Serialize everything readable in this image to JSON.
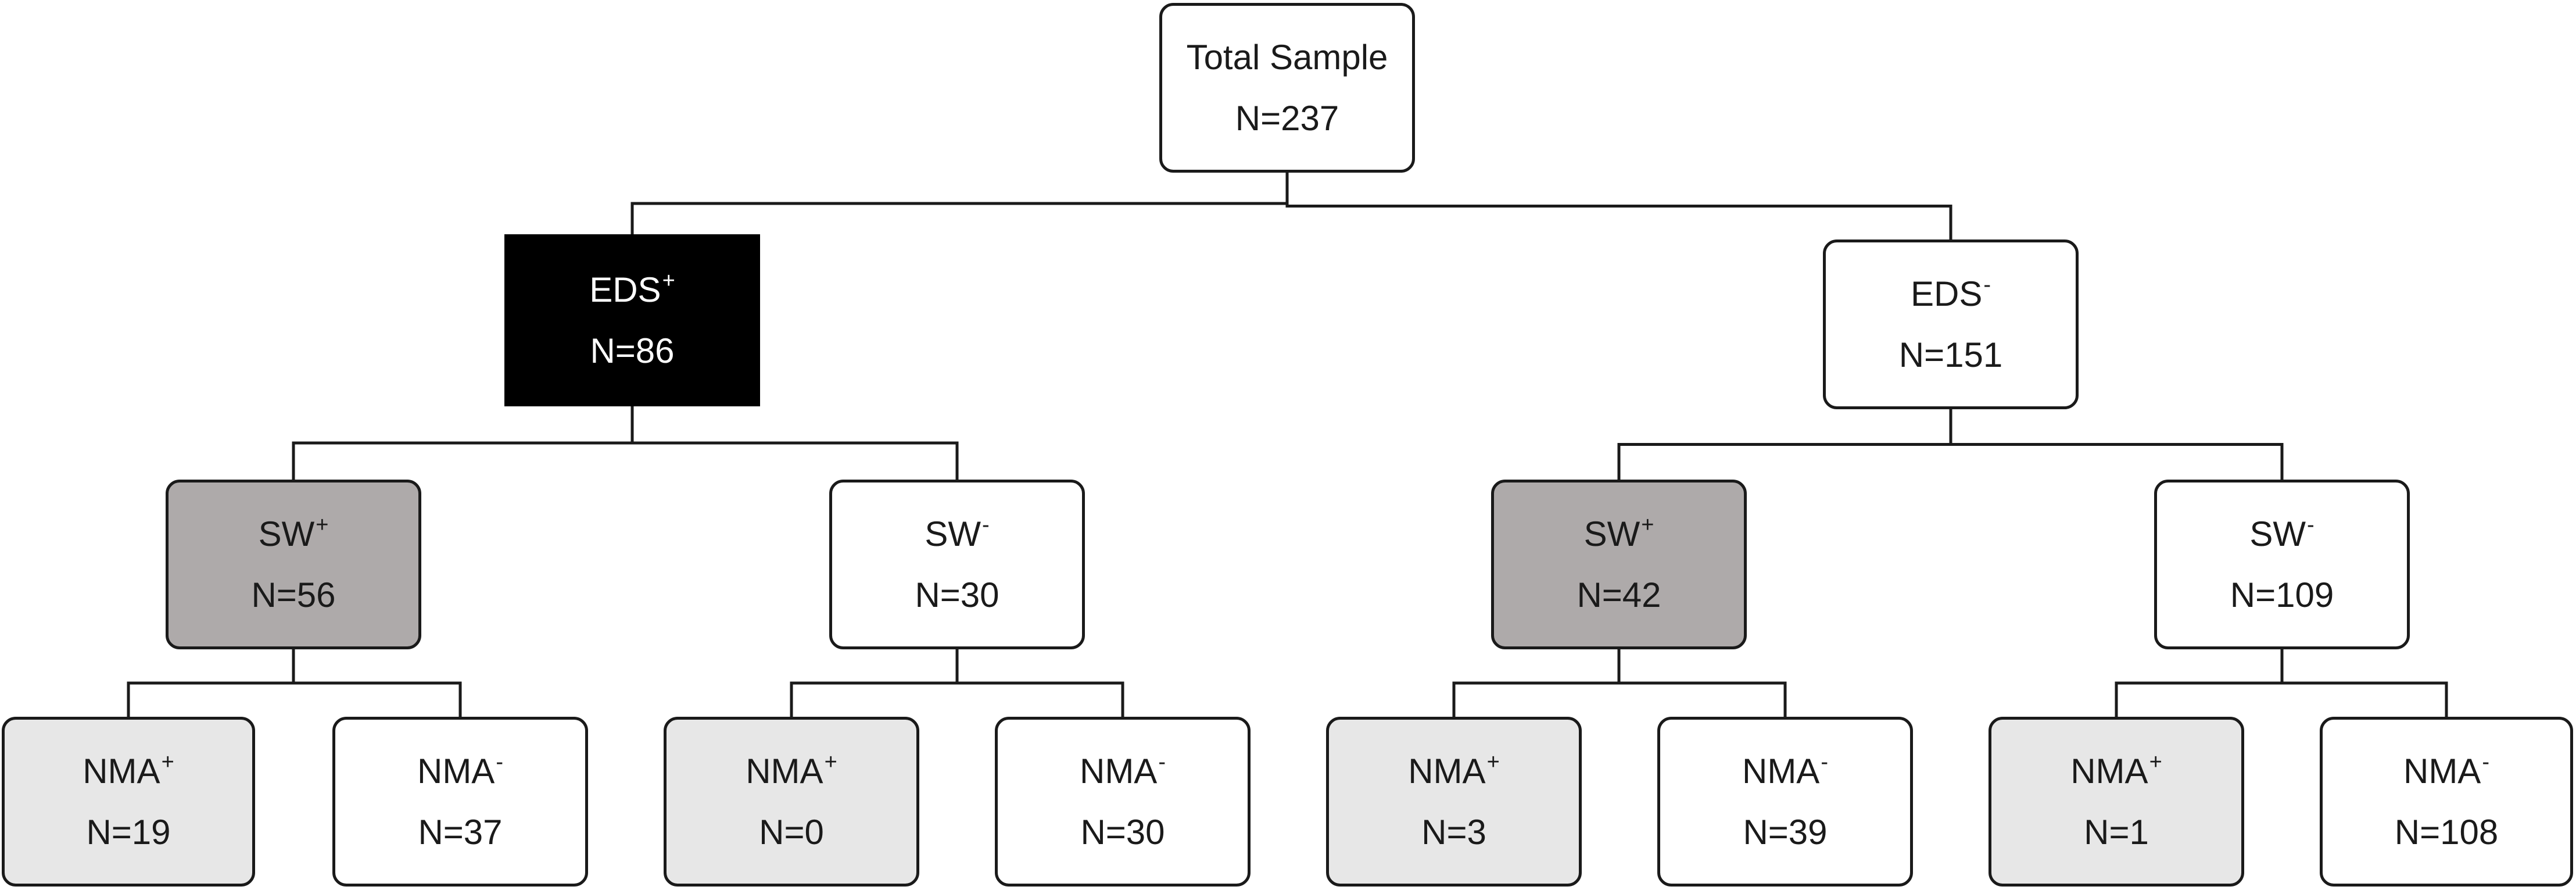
{
  "nodes": {
    "total": {
      "label": "Total Sample",
      "sup": "",
      "n": "N=237",
      "fill": "#ffffff"
    },
    "eds_pos": {
      "label": "EDS",
      "sup": "+",
      "n": "N=86",
      "fill": "#000000"
    },
    "eds_neg": {
      "label": "EDS",
      "sup": "-",
      "n": "N=151",
      "fill": "#ffffff"
    },
    "sw_pos_a": {
      "label": "SW",
      "sup": "+",
      "n": "N=56",
      "fill": "#aeaaaa"
    },
    "sw_neg_a": {
      "label": "SW",
      "sup": "-",
      "n": "N=30",
      "fill": "#ffffff"
    },
    "sw_pos_b": {
      "label": "SW",
      "sup": "+",
      "n": "N=42",
      "fill": "#aeaaaa"
    },
    "sw_neg_b": {
      "label": "SW",
      "sup": "-",
      "n": "N=109",
      "fill": "#ffffff"
    },
    "nma_1": {
      "label": "NMA",
      "sup": "+",
      "n": "N=19",
      "fill": "#e7e7e7"
    },
    "nma_2": {
      "label": "NMA",
      "sup": "-",
      "n": "N=37",
      "fill": "#ffffff"
    },
    "nma_3": {
      "label": "NMA",
      "sup": "+",
      "n": "N=0",
      "fill": "#e7e7e7"
    },
    "nma_4": {
      "label": "NMA",
      "sup": "-",
      "n": "N=30",
      "fill": "#ffffff"
    },
    "nma_5": {
      "label": "NMA",
      "sup": "+",
      "n": "N=3",
      "fill": "#e7e7e7"
    },
    "nma_6": {
      "label": "NMA",
      "sup": "-",
      "n": "N=39",
      "fill": "#ffffff"
    },
    "nma_7": {
      "label": "NMA",
      "sup": "+",
      "n": "N=1",
      "fill": "#e7e7e7"
    },
    "nma_8": {
      "label": "NMA",
      "sup": "-",
      "n": "N=108",
      "fill": "#ffffff"
    }
  },
  "edges": [
    [
      "total",
      "eds_pos"
    ],
    [
      "total",
      "eds_neg"
    ],
    [
      "eds_pos",
      "sw_pos_a"
    ],
    [
      "eds_pos",
      "sw_neg_a"
    ],
    [
      "eds_neg",
      "sw_pos_b"
    ],
    [
      "eds_neg",
      "sw_neg_b"
    ],
    [
      "sw_pos_a",
      "nma_1"
    ],
    [
      "sw_pos_a",
      "nma_2"
    ],
    [
      "sw_neg_a",
      "nma_3"
    ],
    [
      "sw_neg_a",
      "nma_4"
    ],
    [
      "sw_pos_b",
      "nma_5"
    ],
    [
      "sw_pos_b",
      "nma_6"
    ],
    [
      "sw_neg_b",
      "nma_7"
    ],
    [
      "sw_neg_b",
      "nma_8"
    ]
  ]
}
